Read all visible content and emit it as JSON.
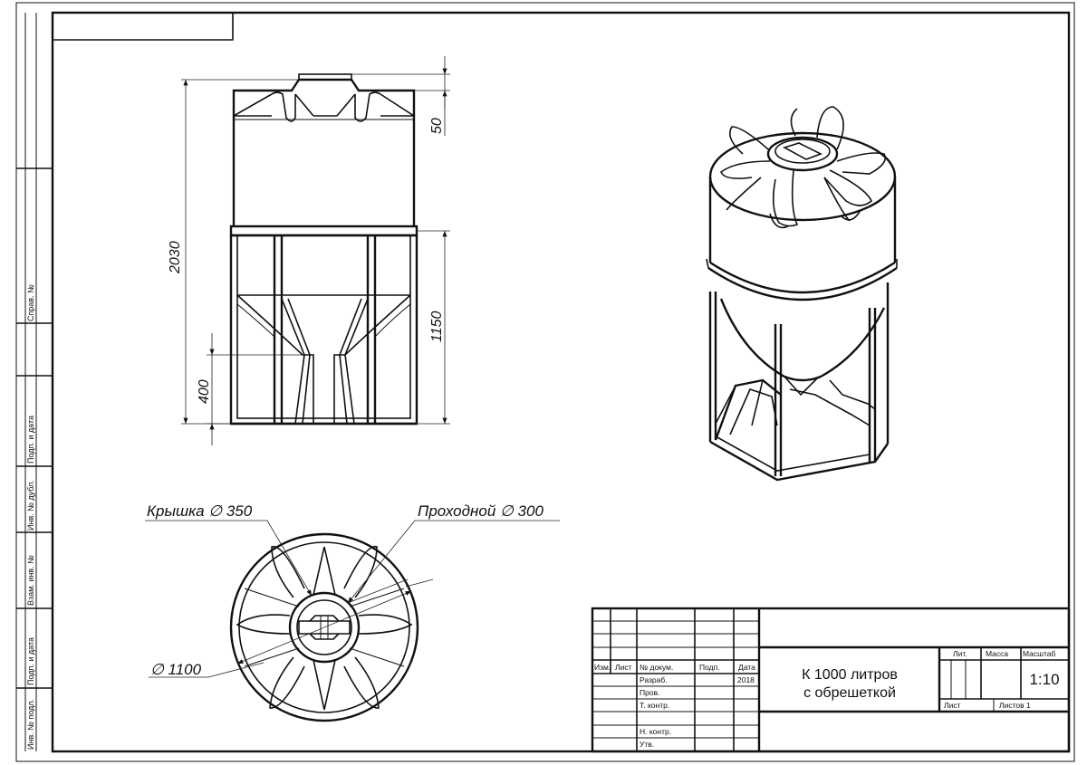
{
  "dimensions": {
    "total_height": "2030",
    "cap_height": "50",
    "frame_height": "1150",
    "cone_height": "400"
  },
  "callouts": {
    "lid": "Крышка ∅ 350",
    "passage": "Проходной ∅ 300",
    "diameter": "∅ 1100"
  },
  "side_stamp": {
    "sprav": "Справ. №",
    "podp_data_1": "Подп. и дата",
    "inv_dubl": "Инв. № дубл.",
    "vzam_inv": "Взам. инв. №",
    "podp_data_2": "Подп. и дата",
    "inv_podl": "Инв. № подл."
  },
  "title_block": {
    "headers": {
      "izm": "Изм.",
      "list": "Лист",
      "doc_no": "№ докум.",
      "signature": "Подп.",
      "date": "Дата"
    },
    "rows": {
      "razrab": "Разраб.",
      "year": "2018",
      "prov": "Пров.",
      "t_kontr": "Т. контр.",
      "n_kontr": "Н. контр.",
      "utv": "Утв."
    },
    "title_line1": "К 1000 литров",
    "title_line2": "с обрешеткой",
    "lit": "Лит.",
    "mass": "Масса",
    "scale_label": "Масштаб",
    "scale": "1:10",
    "sheet": "Лист",
    "sheets": "Листов 1"
  }
}
